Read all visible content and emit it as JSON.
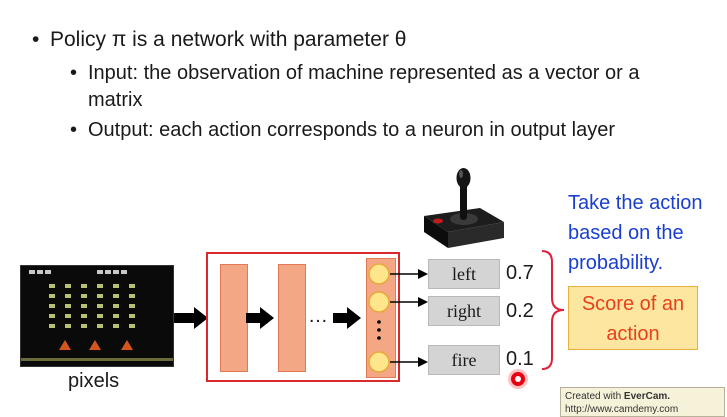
{
  "bullets": {
    "b1_text": "Policy π is a network with parameter θ",
    "b2_text": "Input: the observation of machine represented as a vector or a matrix",
    "b3_text": "Output: each action corresponds to a neuron in output layer"
  },
  "pixels_label": "pixels",
  "ellipsis": "…",
  "actions": [
    {
      "label": "left",
      "prob": "0.7"
    },
    {
      "label": "right",
      "prob": "0.2"
    },
    {
      "label": "fire",
      "prob": "0.1"
    }
  ],
  "take_action_text": "Take the action based on the probability.",
  "score_text": "Score of an action",
  "watermark": {
    "line1_prefix": "Created with ",
    "line1_brand": "EverCam.",
    "line2": "http://www.camdemy.com"
  },
  "colors": {
    "red_box": "#d9292b",
    "layer_fill": "#f4a785",
    "blue_text": "#1a3fcf",
    "score_fill": "#fde7a0",
    "score_text": "#e8401c"
  }
}
